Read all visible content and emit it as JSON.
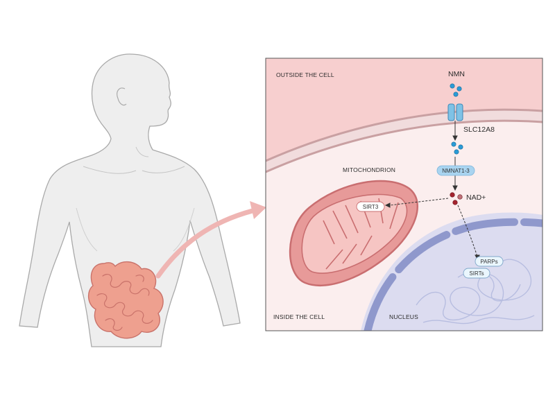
{
  "labels": {
    "outside_cell": "OUTSIDE THE CELL",
    "inside_cell": "INSIDE THE CELL",
    "mitochondrion": "MITOCHONDRION",
    "nucleus": "NUCLEUS",
    "nmn": "NMN",
    "transporter": "SLC12A8",
    "enzyme": "NMNAT1-3",
    "nad": "NAD+",
    "sirt3": "SIRT3",
    "parps": "PARPs",
    "sirts": "SIRTs"
  },
  "colors": {
    "outside_bg": "#f7cfcf",
    "inside_bg": "#fbeeee",
    "membrane": "#c9a0a2",
    "mito_fill": "#e79a99",
    "mito_stroke": "#c96e70",
    "nucleus_fill": "#dcdcf0",
    "nucleus_envelope": "#8f98cc",
    "nmn_dot": "#2a9bd6",
    "nad_dot": "#a3232e",
    "enzyme_pill": "#a9d4f0",
    "transporter": "#7fc2e6",
    "body_fill": "#eeeeee",
    "body_stroke": "#a9a9a9",
    "intestine": "#eea08f",
    "arrow": "#efb5b3"
  }
}
